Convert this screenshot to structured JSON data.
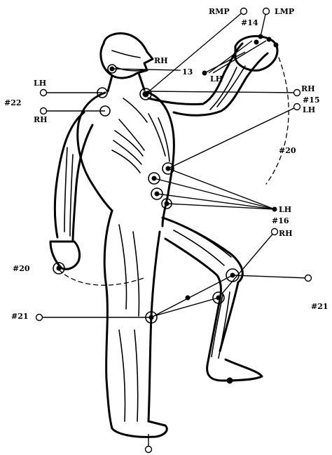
{
  "labels": {
    "rmp": "RMP",
    "lmp": "LMP",
    "n14": "#14",
    "rh_head": "RH",
    "n13": "13",
    "lh_hand": "LH",
    "lh_left": "LH",
    "n22": "#22",
    "rh_left": "RH",
    "rh_right1": "RH",
    "n15": "#15",
    "lh_right1": "LH",
    "n20_right": "#20",
    "lh_right2": "LH",
    "n16": "#16",
    "rh_right2": "RH",
    "n20_left": "#20",
    "n21_left": "#21",
    "n21_right": "#21"
  }
}
